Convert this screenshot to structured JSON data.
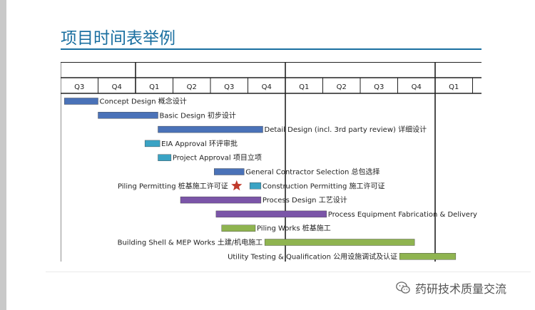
{
  "slide": {
    "title": "项目时间表举例"
  },
  "gantt": {
    "quarters": [
      "Q3",
      "Q4",
      "Q1",
      "Q2",
      "Q3",
      "Q4",
      "Q1",
      "Q2",
      "Q3",
      "Q4",
      "Q1"
    ],
    "colors": {
      "blue": "#4a72b8",
      "teal": "#3aa3c4",
      "purple": "#7b55a8",
      "green": "#8fb450",
      "milestone": "#c0392b"
    },
    "tasks": [
      {
        "label": "Concept Design 概念设计",
        "color": "blue",
        "start": 0.1,
        "end": 1.0,
        "labelSide": "right"
      },
      {
        "label": "Basic Design 初步设计",
        "color": "blue",
        "start": 1.0,
        "end": 2.6,
        "labelSide": "right"
      },
      {
        "label": "Detail Design (incl. 3rd party review) 详细设计",
        "color": "blue",
        "start": 2.6,
        "end": 5.4,
        "labelSide": "right"
      },
      {
        "label": "EIA Approval 环评审批",
        "color": "teal",
        "start": 2.25,
        "end": 2.65,
        "labelSide": "right"
      },
      {
        "label": "Project Approval 项目立项",
        "color": "teal",
        "start": 2.6,
        "end": 2.95,
        "labelSide": "right"
      },
      {
        "label": "General Contractor Selection 总包选择",
        "color": "blue",
        "start": 4.1,
        "end": 4.9,
        "labelSide": "right"
      },
      {
        "label": "Construction Permitting 施工许可证",
        "color": "teal",
        "start": 5.05,
        "end": 5.35,
        "labelSide": "right"
      },
      {
        "label": "Process Design 工艺设计",
        "color": "purple",
        "start": 3.2,
        "end": 5.35,
        "labelSide": "right"
      },
      {
        "label": "Process Equipment Fabrication & Delivery",
        "color": "purple",
        "start": 4.15,
        "end": 7.1,
        "labelSide": "right"
      },
      {
        "label": "Piling Works 桩基施工",
        "color": "green",
        "start": 4.3,
        "end": 5.2,
        "labelSide": "right"
      },
      {
        "label": "Building Shell & MEP Works 土建/机电施工",
        "color": "green",
        "start": 5.45,
        "end": 9.45,
        "labelSide": "left"
      },
      {
        "label": "Utility Testing & Qualification 公用设施调试及认证",
        "color": "green",
        "start": 9.05,
        "end": 10.55,
        "labelSide": "left"
      }
    ],
    "milestone": {
      "label": "Piling Permitting 桩基施工许可证",
      "icon": "star-icon",
      "at": 4.7
    }
  },
  "watermark": {
    "text": "药研技术质量交流",
    "icon": "wechat-icon"
  }
}
